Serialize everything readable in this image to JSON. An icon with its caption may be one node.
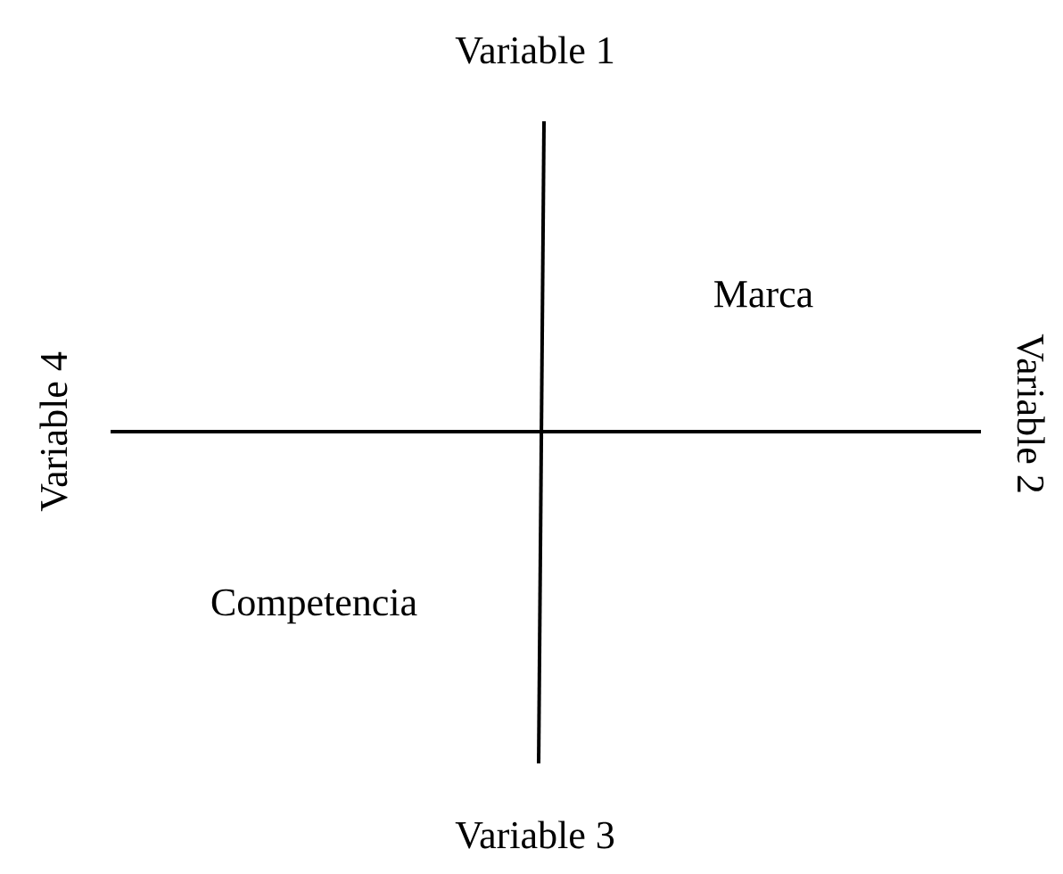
{
  "diagram": {
    "labels": [
      "Variable 1",
      "Marca",
      "Variable 4",
      "Variable 2",
      "Competencia",
      "Variable 3"
    ]
  }
}
